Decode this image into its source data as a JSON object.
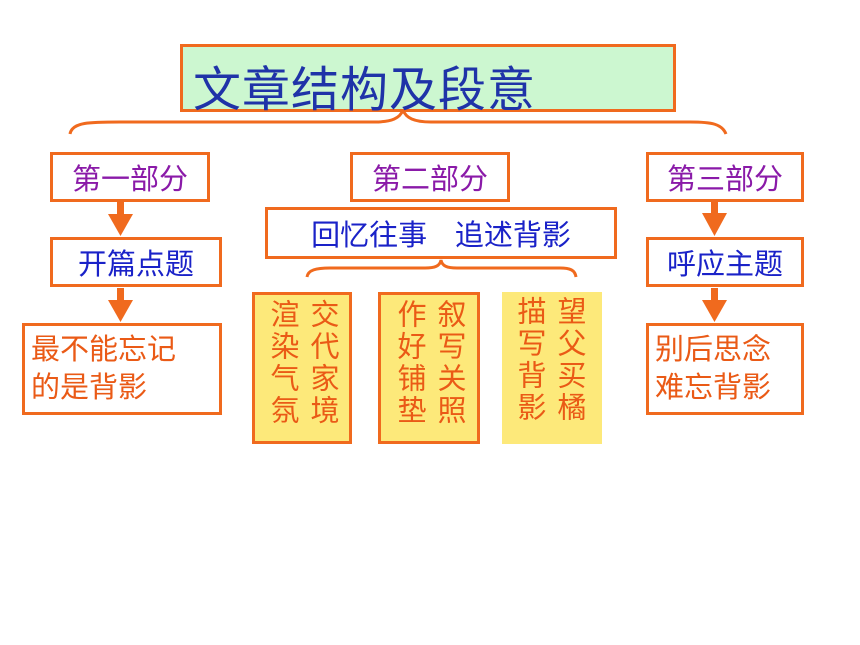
{
  "title": "文章结构及段意",
  "parts": {
    "p1": "第一部分",
    "p2": "第二部分",
    "p3": "第三部分"
  },
  "subs": {
    "s1": "开篇点题",
    "s2": "回忆往事   追述背影",
    "s3": "呼应主题"
  },
  "details": {
    "d1": "最不能忘记\n的是背影",
    "d3": "别后思念\n难忘背影"
  },
  "columns": [
    [
      "渲染气氛",
      "交代家境"
    ],
    [
      "作好铺垫",
      "叙写关照"
    ],
    [
      "描写背影",
      "望父买橘"
    ]
  ]
}
